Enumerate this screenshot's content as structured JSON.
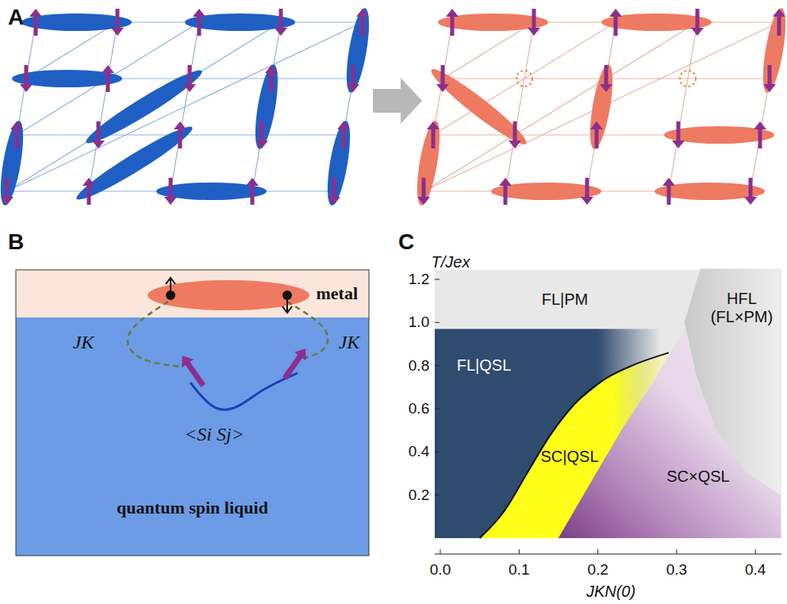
{
  "diagram": {
    "nodes": [
      {
        "text": [
          "metal"
        ]
      },
      {
        "text": [
          "quantum spin liquid"
        ]
      }
    ],
    "labels": [
      "A",
      "B",
      "JK",
      "JK",
      "<Si Sj>",
      "C",
      "T/Jex",
      "1.2",
      "1.0",
      "0.8",
      "0.6",
      "0.4",
      "0.2",
      "0.0",
      "0.1",
      "0.2",
      "0.3",
      "0.4",
      "JKN(0)",
      "FL|PM",
      "FL|QSL",
      "SC|QSL",
      "SC×QSL",
      "HFL (FL×PM)"
    ]
  }
}
